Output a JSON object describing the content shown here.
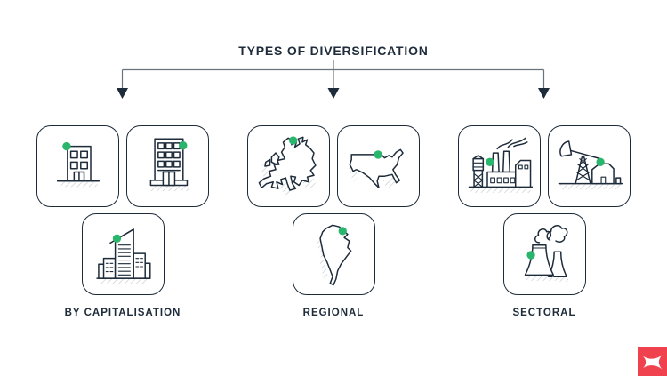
{
  "title": "TYPES OF DIVERSIFICATION",
  "colors": {
    "ink": "#1d2b3a",
    "treeline": "#6a737c",
    "green": "#2ab56c",
    "red": "#f0414f",
    "hatch": "#c2c7cc"
  },
  "groups": [
    {
      "label": "BY CAPITALISATION",
      "cards": [
        {
          "icon": "small-building-icon"
        },
        {
          "icon": "office-building-icon"
        },
        {
          "icon": "skyscraper-icon"
        }
      ]
    },
    {
      "label": "REGIONAL",
      "cards": [
        {
          "icon": "europe-map-icon"
        },
        {
          "icon": "usa-map-icon"
        },
        {
          "icon": "south-america-map-icon"
        }
      ]
    },
    {
      "label": "SECTORAL",
      "cards": [
        {
          "icon": "factory-icon"
        },
        {
          "icon": "oil-pump-icon"
        },
        {
          "icon": "nuclear-plant-icon"
        }
      ]
    }
  ],
  "logo": {
    "name": "xm-logo"
  }
}
